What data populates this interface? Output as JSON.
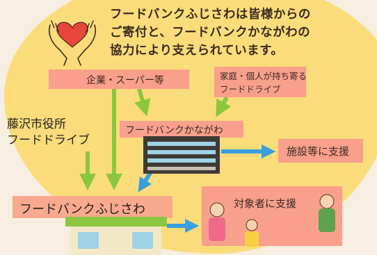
{
  "header": {
    "line1": "フードバンクふじさわは皆様からの",
    "line2": "ご寄付と、フードバンクかながわの",
    "line3": "協力により支えられています。"
  },
  "nodes": {
    "companies": "企業・スーパー等",
    "household_drive_line1": "家庭・個人が持ち寄る",
    "household_drive_line2": "フードドライブ",
    "fb_kanagawa": "フードバンクかながわ",
    "support_facilities": "施設等に支援",
    "fb_fujisawa": "フードバンクふじさわ",
    "support_targets": "対象者に支援"
  },
  "sidebar": {
    "line1": "藤沢市役所",
    "line2": "フードドライブ"
  },
  "colors": {
    "background_blob": "#fbdc7a",
    "label_box": "#f8a08c",
    "green_arrow": "#8cc63f",
    "blue_arrow": "#3aa0dc",
    "heart": "#e8463c"
  }
}
